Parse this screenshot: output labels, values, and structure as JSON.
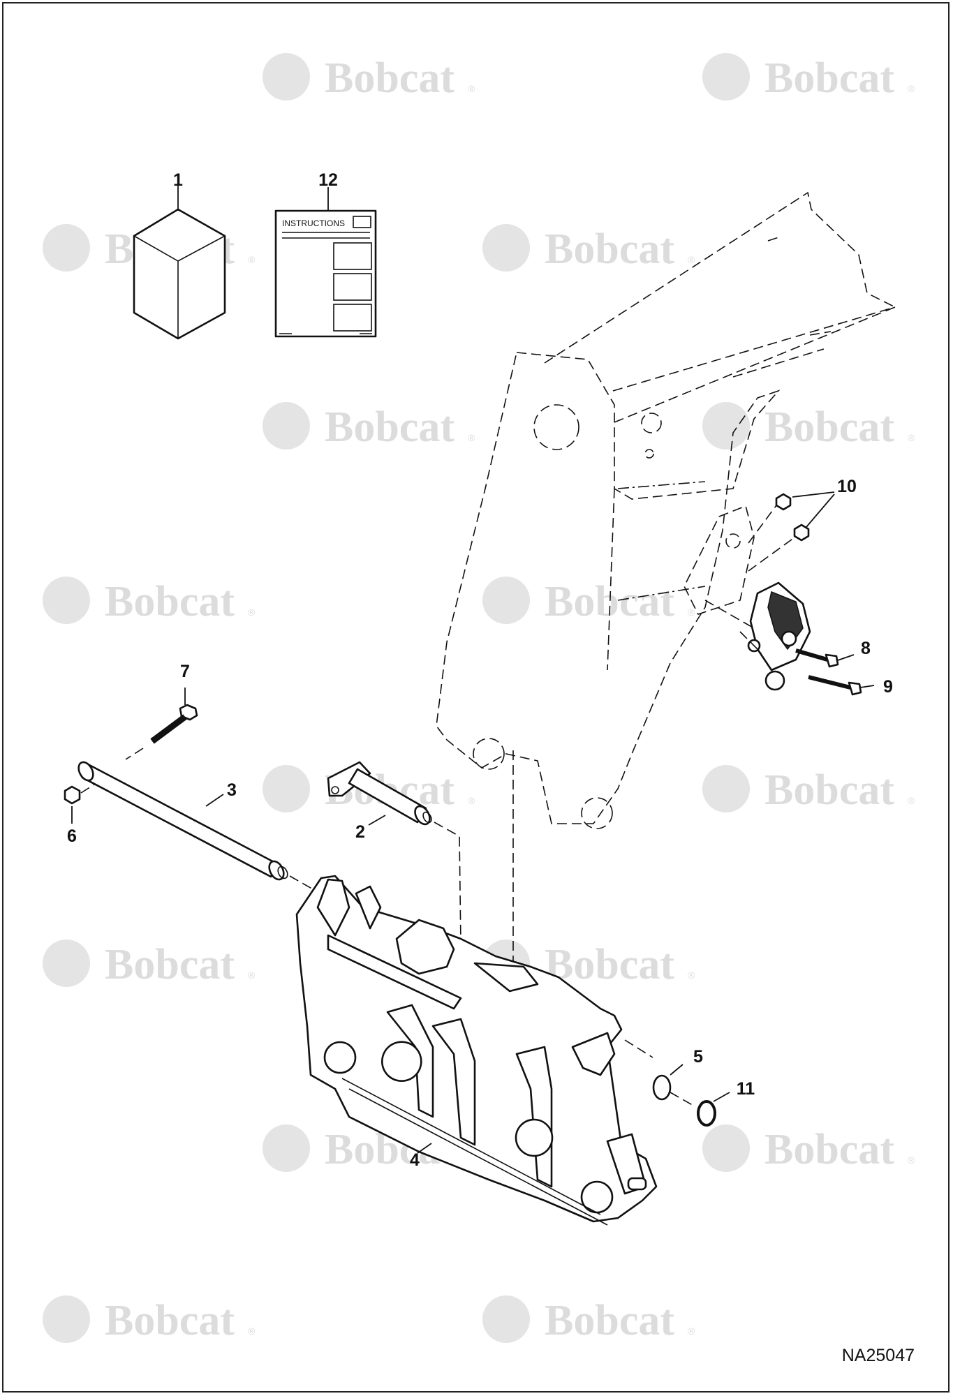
{
  "watermark": {
    "brand": "Bobcat",
    "mark": "®"
  },
  "callouts": {
    "c1": "1",
    "c2": "2",
    "c3": "3",
    "c4": "4",
    "c5": "5",
    "c6": "6",
    "c7": "7",
    "c8": "8",
    "c9": "9",
    "c10": "10",
    "c11": "11",
    "c12": "12"
  },
  "instructions_label": "INSTRUCTIONS",
  "figure_id": "NA25047"
}
